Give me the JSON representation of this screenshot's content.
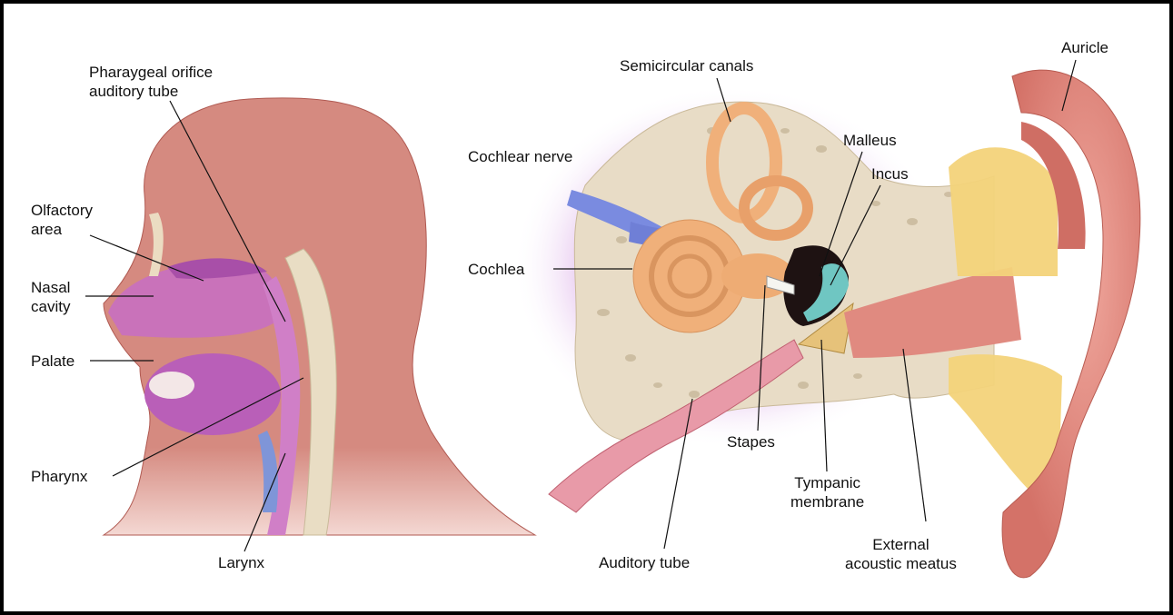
{
  "labels": {
    "pharyngeal_orifice": [
      "Pharaygeal orifice",
      "auditory tube"
    ],
    "olfactory_area": [
      "Olfactory",
      "area"
    ],
    "nasal_cavity": [
      "Nasal",
      "cavity"
    ],
    "palate": "Palate",
    "pharynx": "Pharynx",
    "larynx": "Larynx",
    "semicircular_canals": "Semicircular canals",
    "cochlear_nerve": "Cochlear nerve",
    "cochlea": "Cochlea",
    "malleus": "Malleus",
    "incus": "Incus",
    "stapes": "Stapes",
    "tympanic_membrane": [
      "Tympanic",
      "membrane"
    ],
    "auditory_tube": "Auditory tube",
    "external_acoustic_meatus": [
      "External",
      "acoustic meatus"
    ],
    "auricle": "Auricle"
  },
  "colors": {
    "head": "#d58a80",
    "nasal": "#c86fc0",
    "bone": "#e8dcc6",
    "ear_skin": "#e08e86",
    "ossicle_teal": "#6fc6c2",
    "cochlea": "#f0b07a",
    "nerve": "#7a8be0",
    "fat": "#f3d37a"
  }
}
